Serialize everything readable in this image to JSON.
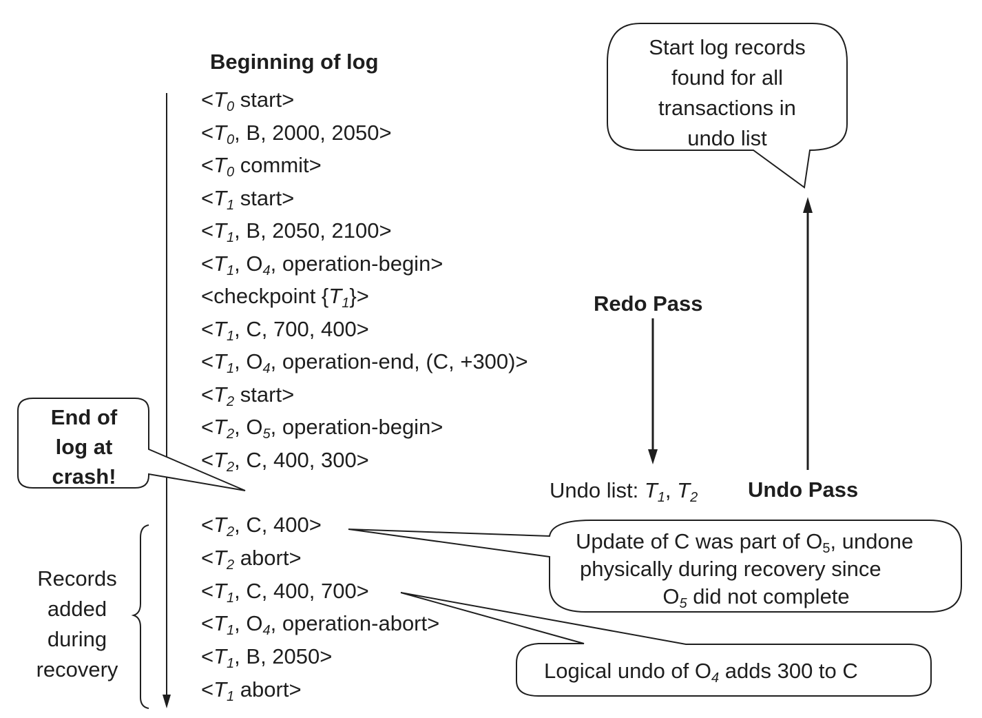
{
  "beginning_label": "Beginning of log",
  "log_records": [
    {
      "tx": "T",
      "sub": "0",
      "sep": " ",
      "rest": "start>"
    },
    {
      "tx": "T",
      "sub": "0",
      "sep": ", ",
      "rest": "B, 2000, 2050>"
    },
    {
      "tx": "T",
      "sub": "0",
      "sep": " ",
      "rest": "commit>"
    },
    {
      "tx": "T",
      "sub": "1",
      "sep": " ",
      "rest": "start>"
    },
    {
      "tx": "T",
      "sub": "1",
      "sep": ", ",
      "rest": "B, 2050, 2100>"
    },
    {
      "tx": "T",
      "sub": "1",
      "sep": ", ",
      "rest": "O",
      "rest_sub": "4",
      "rest_tail": ", operation-begin>"
    },
    {
      "prefix": "<checkpoint {",
      "tx": "T",
      "sub": "1",
      "sep": "",
      "rest": "}>",
      "no_lt": true
    },
    {
      "tx": "T",
      "sub": "1",
      "sep": ", ",
      "rest": "C, 700, 400>"
    },
    {
      "tx": "T",
      "sub": "1",
      "sep": ", ",
      "rest": "O",
      "rest_sub": "4",
      "rest_tail": ", operation-end, (C, +300)>"
    },
    {
      "tx": "T",
      "sub": "2",
      "sep": " ",
      "rest": "start>"
    },
    {
      "tx": "T",
      "sub": "2",
      "sep": ", ",
      "rest": "O",
      "rest_sub": "5",
      "rest_tail": ", operation-begin>"
    },
    {
      "tx": "T",
      "sub": "2",
      "sep": ", ",
      "rest": "C, 400, 300>"
    }
  ],
  "recovery_records": [
    {
      "tx": "T",
      "sub": "2",
      "sep": ", ",
      "rest": "C, 400>"
    },
    {
      "tx": "T",
      "sub": "2",
      "sep": " ",
      "rest": "abort>"
    },
    {
      "tx": "T",
      "sub": "1",
      "sep": ", ",
      "rest": "C, 400, 700>"
    },
    {
      "tx": "T",
      "sub": "1",
      "sep": ", ",
      "rest": "O",
      "rest_sub": "4",
      "rest_tail": ", operation-abort>"
    },
    {
      "tx": "T",
      "sub": "1",
      "sep": ", ",
      "rest": "B, 2050>"
    },
    {
      "tx": "T",
      "sub": "1",
      "sep": " ",
      "rest": "abort>"
    }
  ],
  "end_of_log_callout": [
    "End of",
    "log at",
    "crash!"
  ],
  "records_added_label": [
    "Records",
    "added",
    "during",
    "recovery"
  ],
  "redo_pass_label": "Redo Pass",
  "undo_pass_label": "Undo Pass",
  "undo_list": {
    "prefix": "Undo list: ",
    "tx1": "T",
    "sub1": "1",
    "mid": ", ",
    "tx2": "T",
    "sub2": "2"
  },
  "start_records_callout": [
    "Start log records",
    "found for all",
    "transactions in",
    "undo list"
  ],
  "update_c_callout": {
    "line1_a": "Update of C was part of O",
    "line1_sub": "5",
    "line1_b": ", undone",
    "line2": "physically during  recovery since",
    "line3_a": "O",
    "line3_sub": "5",
    "line3_b": " did not complete"
  },
  "logical_undo_callout": {
    "a": "Logical  undo of O",
    "sub": "4",
    "b": " adds 300 to C"
  }
}
